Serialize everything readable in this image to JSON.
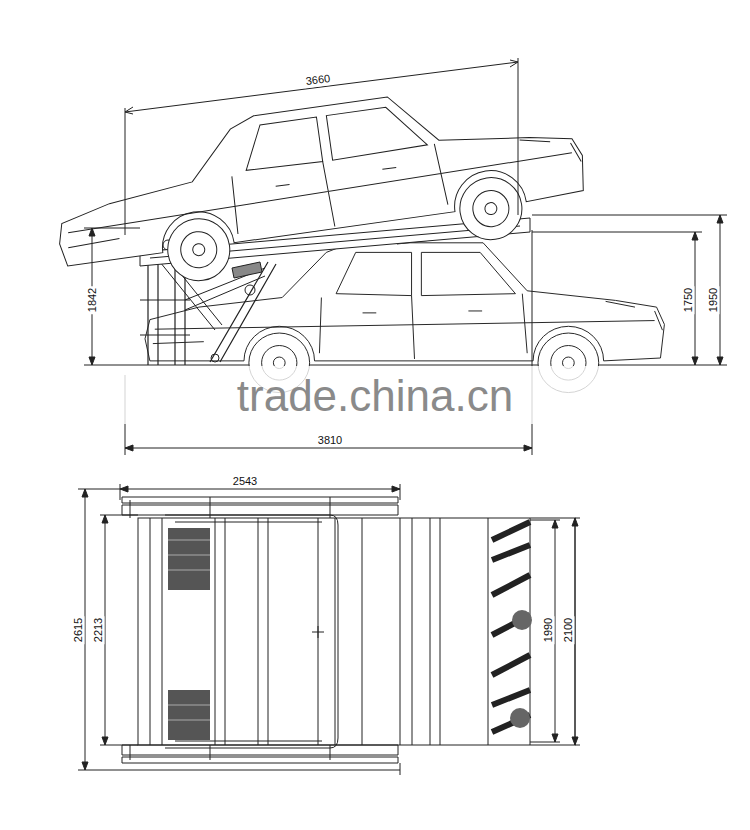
{
  "diagram": {
    "labels": [
      "3660",
      "1842",
      "1750",
      "1950",
      "3810",
      "2543",
      "2615",
      "2213",
      "1990",
      "2100",
      "trade.china.cn"
    ]
  }
}
